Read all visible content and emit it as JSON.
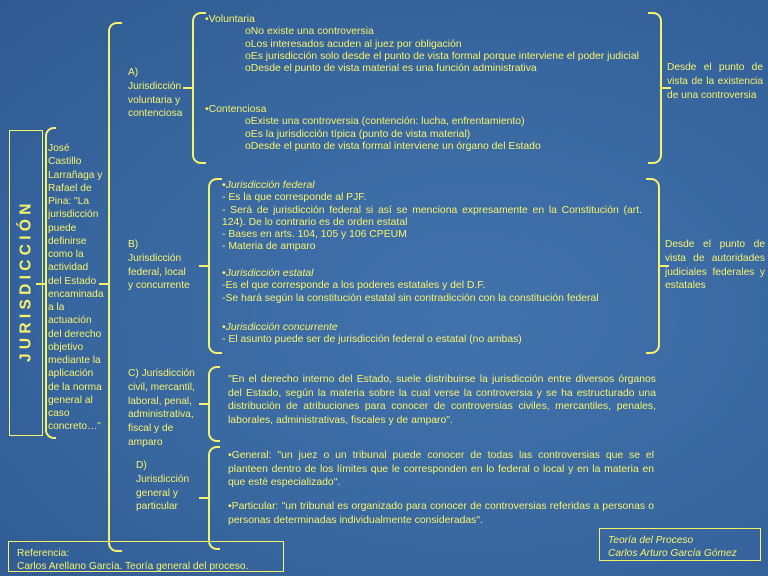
{
  "slide": {
    "vertical_title": "J U R I S D I C C I Ó N",
    "definition_quote": "José Castillo Larrañaga y Rafael de Pina: \"La jurisdicción puede definirse como la actividad del Estado encaminada a la actuación del derecho objetivo mediante la aplicación de la norma general al caso concreto…\"",
    "colors": {
      "background": "#3A69A2",
      "text": "#F5F26E",
      "accent": "#F5F26E"
    }
  },
  "branches": [
    {
      "id": "A",
      "label": "A) Jurisdicción voluntaria y contenciosa",
      "right_note": "Desde el punto de vista de la existencia de una controversia"
    },
    {
      "id": "B",
      "label": "B) Jurisdicción federal, local y concurrente",
      "right_note": "Desde el punto de vista de autoridades judiciales federales y estatales"
    },
    {
      "id": "C",
      "label": "C) Jurisdicción civil, mercantil, laboral, penal, administrativa, fiscal y de amparo",
      "right_note": ""
    },
    {
      "id": "D",
      "label": "D) Jurisdicción general y particular",
      "right_note": ""
    }
  ],
  "content_a": {
    "groups": [
      {
        "heading": "•Voluntaria",
        "items": [
          "oNo existe una controversia",
          "oLos interesados acuden al juez por obligación",
          "oEs jurisdicción solo desde el punto de vista formal porque interviene el poder judicial",
          "oDesde el punto de vista material es una función administrativa"
        ]
      },
      {
        "heading": "•Contenciosa",
        "items": [
          "oExiste una controversia (contención: lucha, enfrentamiento)",
          "oEs la jurisdicción típica (punto de vista material)",
          "oDesde el punto de vista formal interviene un órgano del Estado"
        ]
      }
    ]
  },
  "content_b": {
    "groups": [
      {
        "heading": "•Jurisdicción federal",
        "items": [
          "- Es la que corresponde al PJF.",
          "- Será de jurisdicción federal si así se menciona expresamente en la Constitución (art. 124). De lo contrario es de orden estatal",
          "- Bases en arts. 104, 105 y 106 CPEUM",
          "- Materia de amparo"
        ]
      },
      {
        "heading": "•Jurisdicción estatal",
        "items": [
          "-Es el que corresponde a los poderes estatales y del D.F.",
          "-Se hará según la constitución estatal sin contradicción con la constitución federal"
        ]
      },
      {
        "heading": "•Jurisdicción concurrente",
        "items": [
          "- El asunto puede ser de jurisdicción federal o estatal (no ambas)"
        ]
      }
    ]
  },
  "content_c": {
    "text": "\"En el derecho interno del Estado, suele distribuirse la jurisdicción entre diversos órganos del Estado, según la materia sobre la cual verse la controversia y se ha estructurado una distribución de atribuciones para conocer de controversias civiles, mercantiles, penales, laborales, administrativas, fiscales y de amparo\"."
  },
  "content_d": {
    "items": [
      "•General: \"un juez o un tribunal puede conocer de todas las controversias que se el planteen dentro de los límites que le corresponden en lo federal o local y en la materia en que esté especializado\".",
      "•Particular: \"un tribunal es organizado para conocer de controversias referidas a personas o personas determinadas individualmente consideradas\"."
    ]
  },
  "footer_left": {
    "line1": "Referencia:",
    "line2": "Carlos Arellano García. Teoría general del proceso."
  },
  "footer_right": {
    "line1": "Teoría del Proceso",
    "line2": "Carlos Arturo García Gómez"
  }
}
